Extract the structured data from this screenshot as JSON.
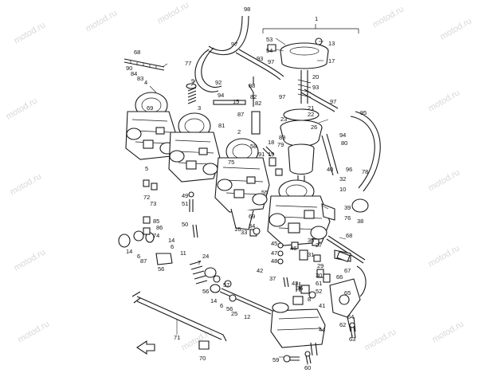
{
  "watermark": "motod.ru",
  "callouts": [
    {
      "id": "c98",
      "label": "98"
    },
    {
      "id": "c1",
      "label": "1"
    },
    {
      "id": "c53",
      "label": "53"
    },
    {
      "id": "c13",
      "label": "13"
    },
    {
      "id": "c54",
      "label": "54"
    },
    {
      "id": "c17",
      "label": "17"
    },
    {
      "id": "c97a",
      "label": "97"
    },
    {
      "id": "c20",
      "label": "20"
    },
    {
      "id": "c68a",
      "label": "68"
    },
    {
      "id": "c77",
      "label": "77"
    },
    {
      "id": "c90",
      "label": "90"
    },
    {
      "id": "c84",
      "label": "84"
    },
    {
      "id": "c83",
      "label": "83"
    },
    {
      "id": "c4",
      "label": "4"
    },
    {
      "id": "c9",
      "label": "9"
    },
    {
      "id": "c92",
      "label": "92"
    },
    {
      "id": "c94a",
      "label": "94"
    },
    {
      "id": "c93a",
      "label": "93"
    },
    {
      "id": "c97b",
      "label": "97"
    },
    {
      "id": "c93b",
      "label": "93"
    },
    {
      "id": "c97c",
      "label": "97"
    },
    {
      "id": "c88",
      "label": "88"
    },
    {
      "id": "c82a",
      "label": "82"
    },
    {
      "id": "c82b",
      "label": "82"
    },
    {
      "id": "c95",
      "label": "95"
    },
    {
      "id": "c97d",
      "label": "97"
    },
    {
      "id": "c94b",
      "label": "94"
    },
    {
      "id": "c21",
      "label": "21"
    },
    {
      "id": "c22",
      "label": "22"
    },
    {
      "id": "c23",
      "label": "23"
    },
    {
      "id": "c26",
      "label": "26"
    },
    {
      "id": "c69a",
      "label": "69"
    },
    {
      "id": "c3",
      "label": "3"
    },
    {
      "id": "c15",
      "label": "15"
    },
    {
      "id": "c87",
      "label": "87"
    },
    {
      "id": "c80",
      "label": "80"
    },
    {
      "id": "c81",
      "label": "81"
    },
    {
      "id": "c2",
      "label": "2"
    },
    {
      "id": "c58",
      "label": "58"
    },
    {
      "id": "c18",
      "label": "18"
    },
    {
      "id": "c89",
      "label": "89"
    },
    {
      "id": "c19",
      "label": "19"
    },
    {
      "id": "c79",
      "label": "79"
    },
    {
      "id": "c91",
      "label": "91"
    },
    {
      "id": "c96",
      "label": "96"
    },
    {
      "id": "c40",
      "label": "40"
    },
    {
      "id": "c32",
      "label": "32"
    },
    {
      "id": "c10",
      "label": "10"
    },
    {
      "id": "c5",
      "label": "5"
    },
    {
      "id": "c72",
      "label": "72"
    },
    {
      "id": "c73",
      "label": "73"
    },
    {
      "id": "c75",
      "label": "75"
    },
    {
      "id": "c49",
      "label": "49"
    },
    {
      "id": "c51",
      "label": "51"
    },
    {
      "id": "c55",
      "label": "55"
    },
    {
      "id": "c39",
      "label": "39"
    },
    {
      "id": "c76",
      "label": "76"
    },
    {
      "id": "c38",
      "label": "38"
    },
    {
      "id": "c69b",
      "label": "69"
    },
    {
      "id": "c85",
      "label": "85"
    },
    {
      "id": "c86",
      "label": "86"
    },
    {
      "id": "c74",
      "label": "74"
    },
    {
      "id": "c50",
      "label": "50"
    },
    {
      "id": "c16",
      "label": "16"
    },
    {
      "id": "c34",
      "label": "34"
    },
    {
      "id": "c33",
      "label": "33"
    },
    {
      "id": "c45",
      "label": "45"
    },
    {
      "id": "c68b",
      "label": "68"
    },
    {
      "id": "c14a",
      "label": "14"
    },
    {
      "id": "c6a",
      "label": "6"
    },
    {
      "id": "c14b",
      "label": "14"
    },
    {
      "id": "c6b",
      "label": "6"
    },
    {
      "id": "c87b",
      "label": "87"
    },
    {
      "id": "c56a",
      "label": "56"
    },
    {
      "id": "c47",
      "label": "47"
    },
    {
      "id": "c48",
      "label": "48"
    },
    {
      "id": "c46",
      "label": "46"
    },
    {
      "id": "c31",
      "label": "31"
    },
    {
      "id": "c29",
      "label": "29"
    },
    {
      "id": "c27",
      "label": "27"
    },
    {
      "id": "c35",
      "label": "35"
    },
    {
      "id": "c11",
      "label": "11"
    },
    {
      "id": "c24",
      "label": "24"
    },
    {
      "id": "c7",
      "label": "7"
    },
    {
      "id": "c42",
      "label": "42"
    },
    {
      "id": "c37",
      "label": "37"
    },
    {
      "id": "c43",
      "label": "43"
    },
    {
      "id": "c30",
      "label": "30"
    },
    {
      "id": "c67",
      "label": "67"
    },
    {
      "id": "c61",
      "label": "61"
    },
    {
      "id": "c66",
      "label": "66"
    },
    {
      "id": "c65",
      "label": "65"
    },
    {
      "id": "c8",
      "label": "8"
    },
    {
      "id": "c36",
      "label": "36"
    },
    {
      "id": "c52",
      "label": "52"
    },
    {
      "id": "c41",
      "label": "41"
    },
    {
      "id": "c56b",
      "label": "56"
    },
    {
      "id": "c57",
      "label": "57"
    },
    {
      "id": "c14c",
      "label": "14"
    },
    {
      "id": "c6c",
      "label": "6"
    },
    {
      "id": "c56c",
      "label": "56"
    },
    {
      "id": "c25",
      "label": "25"
    },
    {
      "id": "c12",
      "label": "12"
    },
    {
      "id": "c62",
      "label": "62"
    },
    {
      "id": "c64",
      "label": "64"
    },
    {
      "id": "c63",
      "label": "63"
    },
    {
      "id": "c71",
      "label": "71"
    },
    {
      "id": "c70",
      "label": "70"
    },
    {
      "id": "c59",
      "label": "59"
    },
    {
      "id": "c60",
      "label": "60"
    },
    {
      "id": "c44",
      "label": "44"
    },
    {
      "id": "c78",
      "label": "78"
    }
  ]
}
